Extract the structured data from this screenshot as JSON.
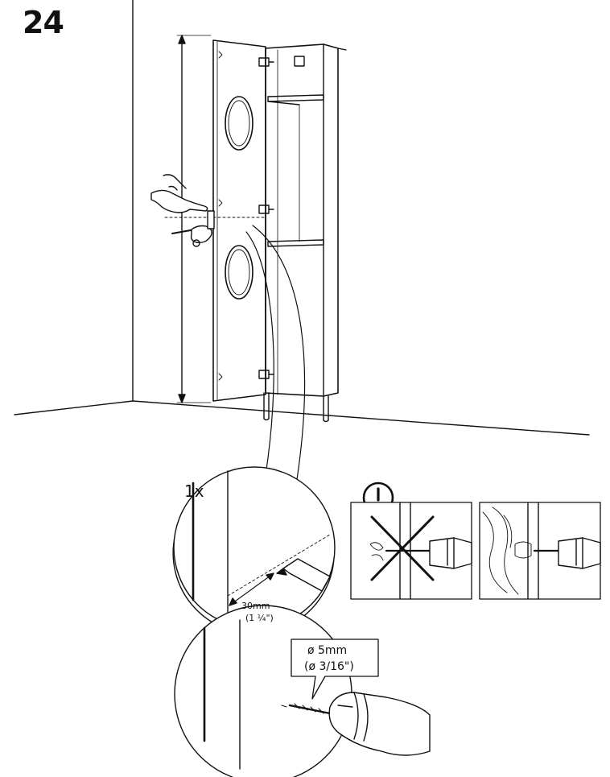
{
  "step": {
    "number": "24"
  },
  "detail": {
    "quantity": "1x",
    "distance_mm": "30mm",
    "distance_in": "(1 ¼\")"
  },
  "drill_bit": {
    "diameter_mm": "ø 5mm",
    "diameter_in": "(ø 3/16\")"
  },
  "warning": {
    "icon": "exclamation-icon"
  },
  "icons": {
    "pointing_hand": "pointing-hand-icon",
    "pencil": "pencil-icon",
    "drill": "drill-icon",
    "cross": "cross-icon"
  }
}
